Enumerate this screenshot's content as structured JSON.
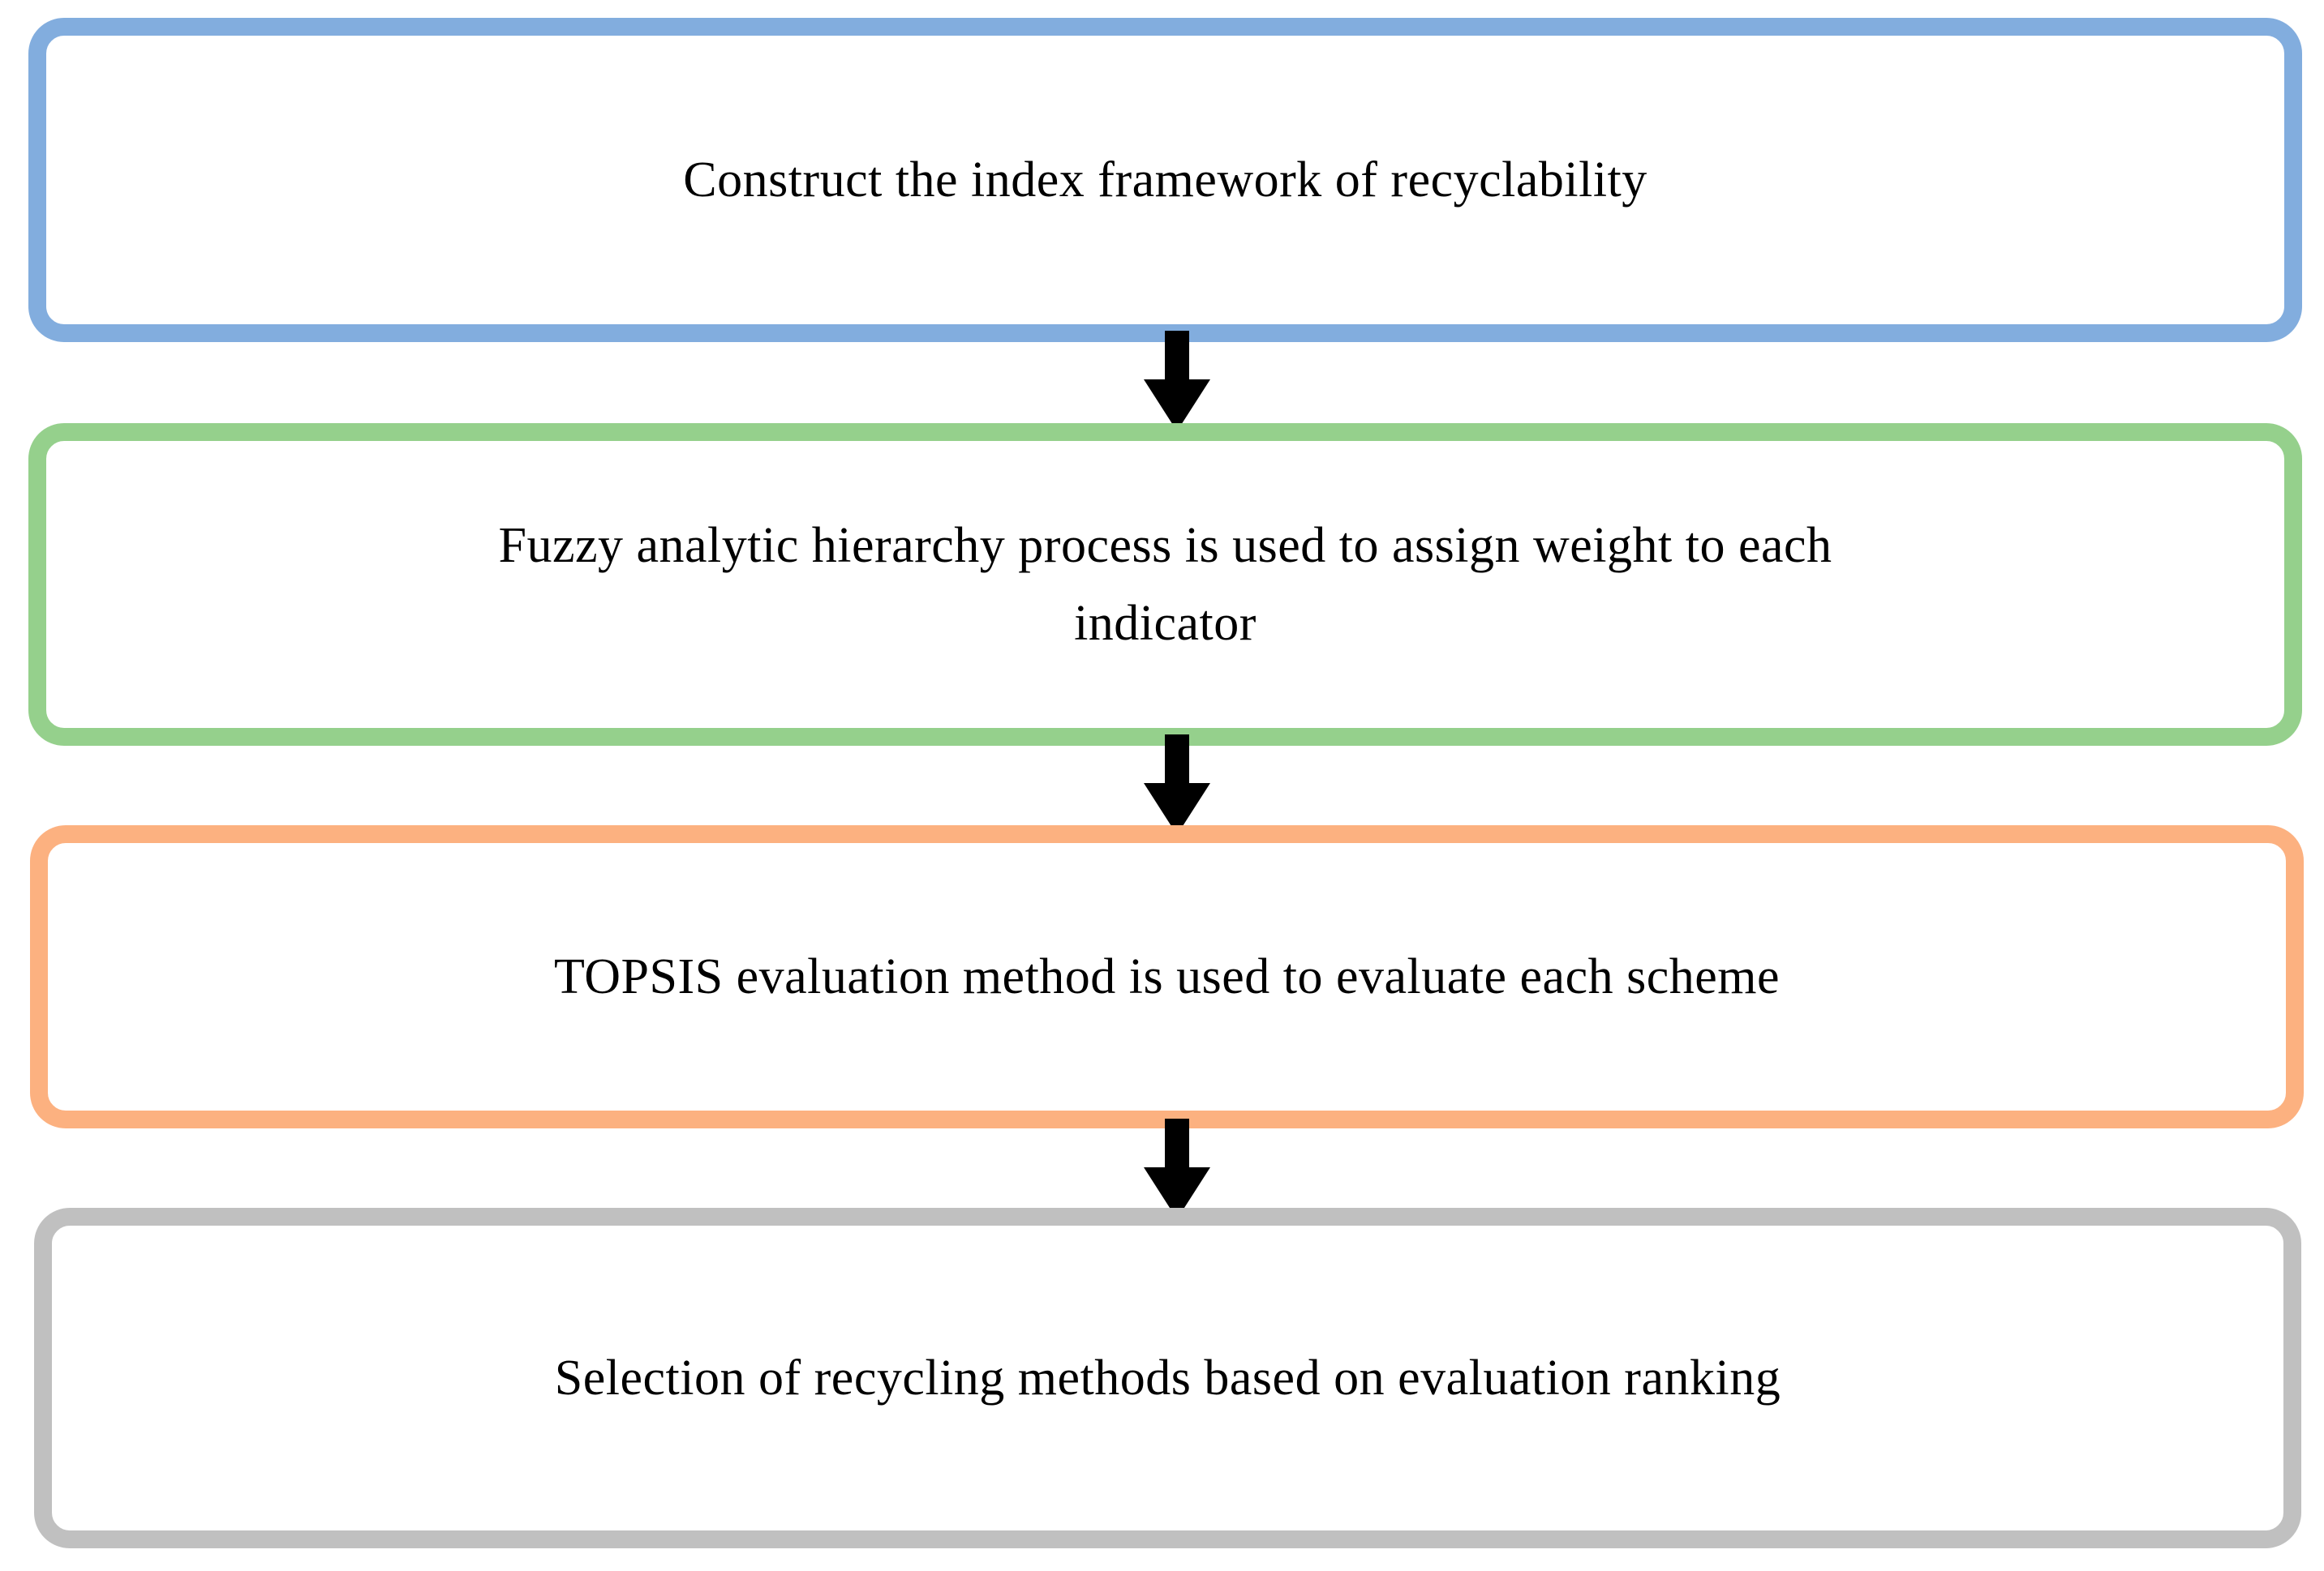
{
  "diagram": {
    "title": "Recyclability evaluation process flowchart",
    "orientation": "vertical-top-to-bottom",
    "background_color": "#ffffff",
    "text_color": "#000000",
    "nodes": [
      {
        "id": "construct-index-framework",
        "label": "Construct the index framework of recyclability",
        "shape": "rounded-rectangle",
        "border_color": "#82ADDE",
        "fill_color": "#ffffff",
        "lines": 1,
        "order": 1
      },
      {
        "id": "fuzzy-ahp-weight",
        "label": "Fuzzy analytic hierarchy process is used to assign weight to each\nindicator",
        "shape": "rounded-rectangle",
        "border_color": "#95D08C",
        "fill_color": "#ffffff",
        "lines": 2,
        "order": 2
      },
      {
        "id": "topsis-evaluation",
        "label": "TOPSIS evaluation method is used to evaluate each scheme",
        "shape": "rounded-rectangle",
        "border_color": "#FCB180",
        "fill_color": "#ffffff",
        "lines": 1,
        "order": 3
      },
      {
        "id": "selection-of-recycling-methods",
        "label": "Selection of recycling methods based on evaluation ranking",
        "shape": "rounded-rectangle",
        "border_color": "#C0C0C0",
        "fill_color": "#ffffff",
        "lines": 1,
        "order": 4
      }
    ],
    "connectors": [
      {
        "id": "arrow-1",
        "icon": "arrow-down-icon",
        "from": "construct-index-framework",
        "to": "fuzzy-ahp-weight",
        "color": "#000000"
      },
      {
        "id": "arrow-2",
        "icon": "arrow-down-icon",
        "from": "fuzzy-ahp-weight",
        "to": "topsis-evaluation",
        "color": "#000000"
      },
      {
        "id": "arrow-3",
        "icon": "arrow-down-icon",
        "from": "topsis-evaluation",
        "to": "selection-of-recycling-methods",
        "color": "#000000"
      }
    ]
  }
}
